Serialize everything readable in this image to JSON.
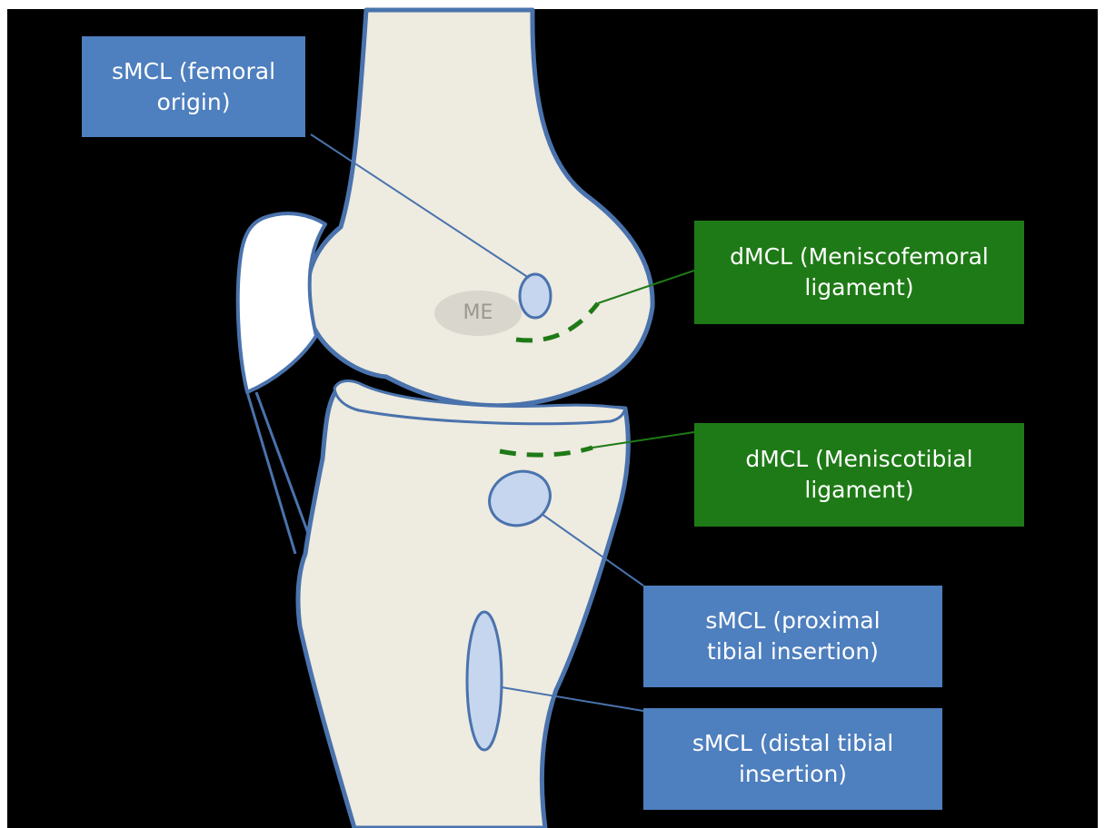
{
  "labels": {
    "femoral_origin": [
      "sMCL (femoral",
      "origin)"
    ],
    "meniscofemoral": [
      "dMCL (Meniscofemoral",
      "ligament)"
    ],
    "meniscotibial": [
      "dMCL (Meniscotibial",
      "ligament)"
    ],
    "proximal_tibial": [
      "sMCL (proximal",
      "tibial insertion)"
    ],
    "distal_tibial": [
      "sMCL (distal tibial",
      "insertion)"
    ],
    "medial_epicondyle": "ME"
  },
  "colors": {
    "background": "#000000",
    "bone_fill": "#eeebe0",
    "bone_outline": "#4a73ad",
    "patella_fill": "#ffffff",
    "attachment_fill": "#c5d6ee",
    "epicondyle_fill": "#d9d6cd",
    "superficial_mcl_box": "#4e7fbe",
    "deep_mcl_box": "#1e7a16",
    "deep_mcl_dash": "#1e7a16"
  }
}
